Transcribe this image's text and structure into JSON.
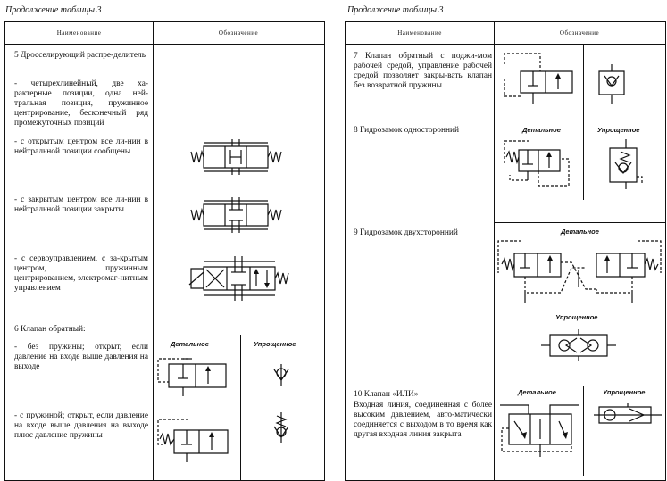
{
  "left": {
    "caption": "Продолжение таблицы 3",
    "col_name": "Наименование",
    "col_symbol": "Обозначение",
    "item5_title": "5 Дросселирующий распре-делитель",
    "item5_a": "- четырехлинейный, две ха-рактерные позиции, одна ней-тральная позиция, пружинное центрирование, бесконечный ряд промежуточных позиций",
    "item5_b": "- с открытым центром все ли-нии в нейтральной позиции сообщены",
    "item5_c": "- с закрытым центром все ли-нии в нейтральной позиции закрыты",
    "item5_d": "- с сервоуправлением, с за-крытым центром, пружинным центрированием, электромаг-нитным управлением",
    "item6_title": "6 Клапан обратный:",
    "item6_a": "- без пружины; открыт, если давление на входе выше давления на выходе",
    "item6_b": "- с пружиной; открыт, если давление на входе выше давления на выходе плюс давление пружины",
    "label_detailed": "Детальное",
    "label_simplified": "Упрощенное"
  },
  "right": {
    "caption": "Продолжение таблицы 3",
    "col_name": "Наименование",
    "col_symbol": "Обозначение",
    "item7": "7 Клапан обратный с поджи-мом рабочей средой, управление рабочей средой позволяет закры-вать клапан без возвратной пружины",
    "item8": "8 Гидрозамок односторонний",
    "item9": "9 Гидрозамок двухсторонний",
    "item10_title": "10 Клапан «ИЛИ»",
    "item10_text": "Входная линия, соединенная с более высоким давлением, авто-матически соединяется с выходом в то время как другая входная линия закрыта",
    "label_detailed": "Детальное",
    "label_simplified": "Упрощенное"
  }
}
